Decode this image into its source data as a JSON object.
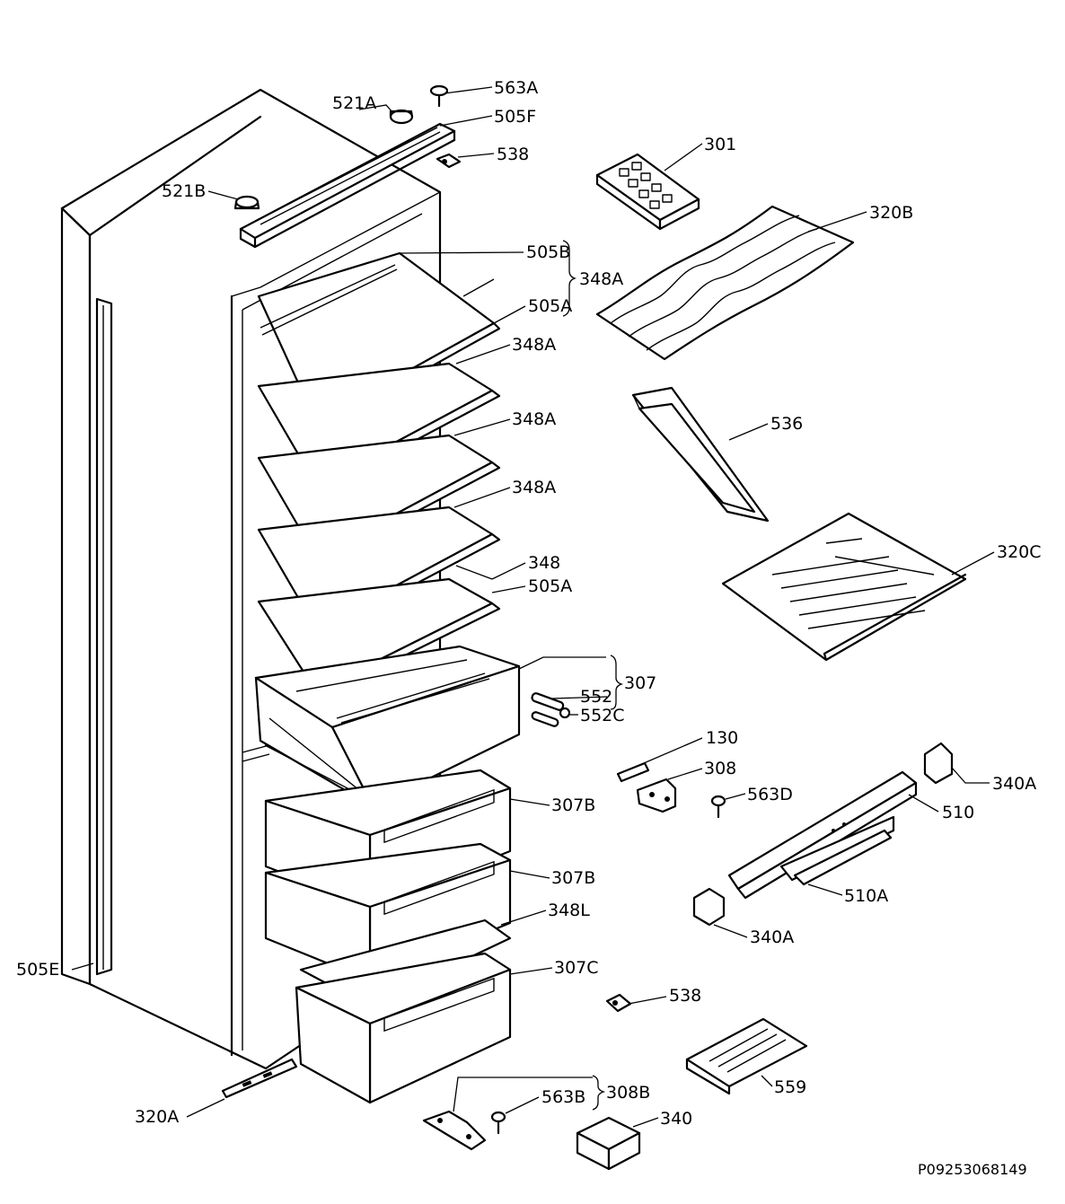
{
  "labels": {
    "p563a": "563A",
    "p521a": "521A",
    "p505f": "505F",
    "p538_top": "538",
    "p521b": "521B",
    "p301": "301",
    "p320b": "320B",
    "p505b": "505B",
    "p348a_group": "348A",
    "p505a_1": "505A",
    "p348a_1": "348A",
    "p348a_2": "348A",
    "p348a_3": "348A",
    "p348": "348",
    "p505a_2": "505A",
    "p536": "536",
    "p320c": "320C",
    "p307": "307",
    "p552": "552",
    "p552c": "552C",
    "p130": "130",
    "p308": "308",
    "p563d": "563D",
    "p340a_1": "340A",
    "p510": "510",
    "p307b_1": "307B",
    "p307b_2": "307B",
    "p510a": "510A",
    "p340a_2": "340A",
    "p348l": "348L",
    "p505e": "505E",
    "p307c": "307C",
    "p538_bottom": "538",
    "p559": "559",
    "p308b": "308B",
    "p563b": "563B",
    "p340": "340",
    "p320a": "320A"
  },
  "drawing_code": "P09253068149"
}
